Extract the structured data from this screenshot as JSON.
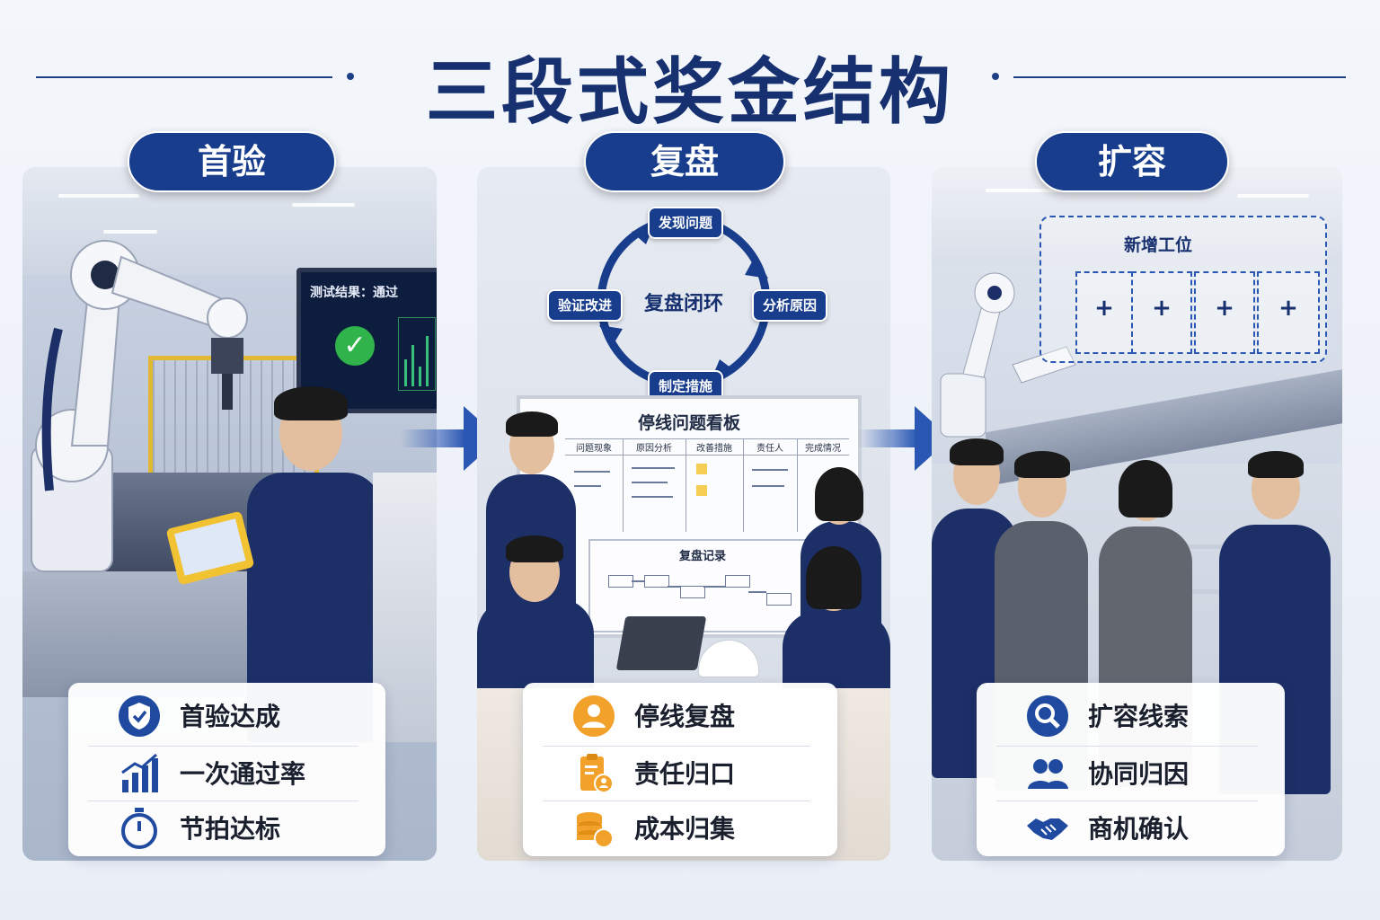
{
  "title": "三段式奖金结构",
  "colors": {
    "navy": "#173d8c",
    "accent_orange": "#f2a12a",
    "title": "#17306f"
  },
  "stages": [
    {
      "name": "首验",
      "screen_text": "测试结果：通过",
      "items": [
        {
          "icon": "shield-check-icon",
          "label": "首验达成"
        },
        {
          "icon": "bar-chart-up-icon",
          "label": "一次通过率"
        },
        {
          "icon": "stopwatch-icon",
          "label": "节拍达标"
        }
      ]
    },
    {
      "name": "复盘",
      "cycle": {
        "center": "复盘闭环",
        "steps": [
          "发现问题",
          "分析原因",
          "制定措施",
          "验证改进"
        ]
      },
      "board": {
        "title": "停线问题看板",
        "columns": [
          "问题现象",
          "原因分析",
          "改善措施",
          "责任人",
          "完成情况"
        ],
        "record_title": "复盘记录"
      },
      "items": [
        {
          "icon": "person-circle-icon",
          "label": "停线复盘"
        },
        {
          "icon": "clipboard-person-icon",
          "label": "责任归口"
        },
        {
          "icon": "coin-stack-icon",
          "label": "成本归集"
        }
      ]
    },
    {
      "name": "扩容",
      "expansion_label": "新增工位",
      "items": [
        {
          "icon": "magnifier-icon",
          "label": "扩容线索"
        },
        {
          "icon": "people-icon",
          "label": "协同归因"
        },
        {
          "icon": "handshake-icon",
          "label": "商机确认"
        }
      ]
    }
  ]
}
